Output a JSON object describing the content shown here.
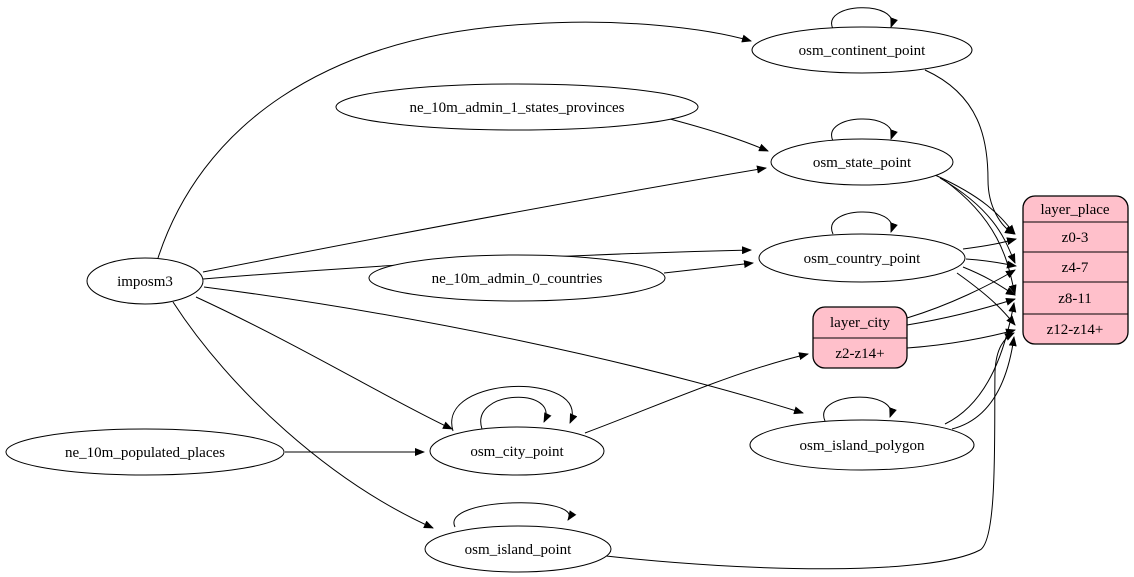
{
  "diagram": {
    "type": "etl-dependency-graph",
    "colors": {
      "record_fill": "#ffc0cb",
      "node_fill": "#ffffff",
      "stroke": "#000000",
      "background": "#ffffff"
    },
    "nodes": {
      "imposm3": {
        "label": "imposm3",
        "shape": "ellipse"
      },
      "ne_10m_admin_1_states_provinces": {
        "label": "ne_10m_admin_1_states_provinces",
        "shape": "ellipse"
      },
      "ne_10m_admin_0_countries": {
        "label": "ne_10m_admin_0_countries",
        "shape": "ellipse"
      },
      "ne_10m_populated_places": {
        "label": "ne_10m_populated_places",
        "shape": "ellipse"
      },
      "osm_continent_point": {
        "label": "osm_continent_point",
        "shape": "ellipse"
      },
      "osm_state_point": {
        "label": "osm_state_point",
        "shape": "ellipse"
      },
      "osm_country_point": {
        "label": "osm_country_point",
        "shape": "ellipse"
      },
      "osm_city_point": {
        "label": "osm_city_point",
        "shape": "ellipse"
      },
      "osm_island_polygon": {
        "label": "osm_island_polygon",
        "shape": "ellipse"
      },
      "osm_island_point": {
        "label": "osm_island_point",
        "shape": "ellipse"
      },
      "layer_city": {
        "title": "layer_city",
        "rows": [
          "z2-z14+"
        ],
        "shape": "record"
      },
      "layer_place": {
        "title": "layer_place",
        "rows": [
          "z0-3",
          "z4-7",
          "z8-11",
          "z12-z14+"
        ],
        "shape": "record"
      }
    },
    "edges": [
      {
        "from": "imposm3",
        "to": "osm_continent_point"
      },
      {
        "from": "imposm3",
        "to": "osm_state_point"
      },
      {
        "from": "imposm3",
        "to": "osm_country_point"
      },
      {
        "from": "imposm3",
        "to": "osm_city_point"
      },
      {
        "from": "imposm3",
        "to": "osm_island_polygon"
      },
      {
        "from": "imposm3",
        "to": "osm_island_point"
      },
      {
        "from": "ne_10m_admin_1_states_provinces",
        "to": "osm_state_point"
      },
      {
        "from": "ne_10m_admin_0_countries",
        "to": "osm_country_point"
      },
      {
        "from": "ne_10m_populated_places",
        "to": "osm_city_point"
      },
      {
        "from": "osm_continent_point",
        "to": "osm_continent_point",
        "type": "self-loop"
      },
      {
        "from": "osm_state_point",
        "to": "osm_state_point",
        "type": "self-loop"
      },
      {
        "from": "osm_country_point",
        "to": "osm_country_point",
        "type": "self-loop"
      },
      {
        "from": "osm_city_point",
        "to": "osm_city_point",
        "type": "self-loop"
      },
      {
        "from": "osm_city_point",
        "to": "osm_city_point",
        "type": "self-loop"
      },
      {
        "from": "osm_island_polygon",
        "to": "osm_island_polygon",
        "type": "self-loop"
      },
      {
        "from": "osm_island_point",
        "to": "osm_island_point",
        "type": "self-loop"
      },
      {
        "from": "osm_city_point",
        "to": "layer_city",
        "port": "z2-z14+"
      },
      {
        "from": "osm_continent_point",
        "to": "layer_place",
        "port": "z0-3"
      },
      {
        "from": "osm_state_point",
        "to": "layer_place",
        "port": "z0-3"
      },
      {
        "from": "osm_state_point",
        "to": "layer_place",
        "port": "z4-7"
      },
      {
        "from": "osm_state_point",
        "to": "layer_place",
        "port": "z8-11"
      },
      {
        "from": "osm_country_point",
        "to": "layer_place",
        "port": "z0-3"
      },
      {
        "from": "osm_country_point",
        "to": "layer_place",
        "port": "z4-7"
      },
      {
        "from": "osm_country_point",
        "to": "layer_place",
        "port": "z8-11"
      },
      {
        "from": "osm_country_point",
        "to": "layer_place",
        "port": "z12-z14+"
      },
      {
        "from": "layer_city",
        "to": "layer_place",
        "port": "z4-7"
      },
      {
        "from": "layer_city",
        "to": "layer_place",
        "port": "z8-11"
      },
      {
        "from": "layer_city",
        "to": "layer_place",
        "port": "z12-z14+"
      },
      {
        "from": "osm_island_polygon",
        "to": "layer_place",
        "port": "z8-11"
      },
      {
        "from": "osm_island_polygon",
        "to": "layer_place",
        "port": "z12-z14+"
      },
      {
        "from": "osm_island_point",
        "to": "layer_place",
        "port": "z12-z14+"
      }
    ]
  }
}
